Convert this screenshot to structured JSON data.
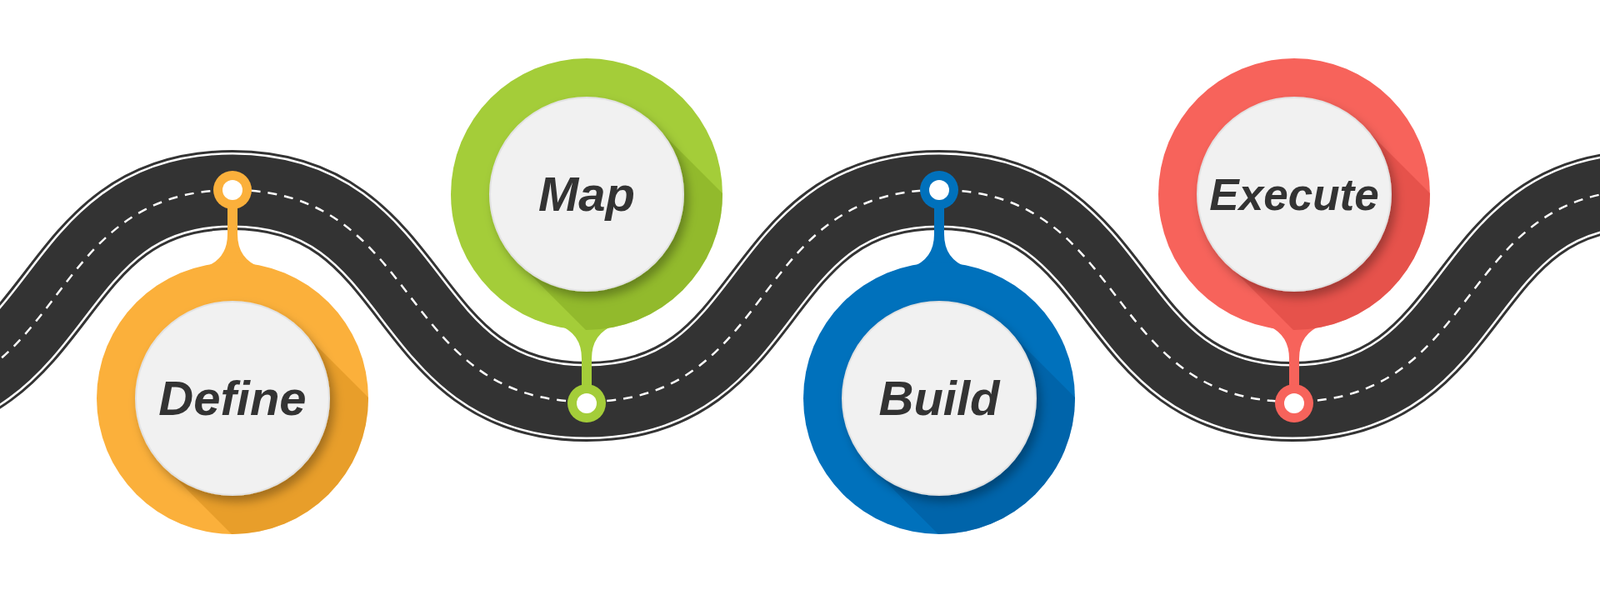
{
  "diagram": {
    "nodes": [
      {
        "text": [
          "Define"
        ]
      },
      {
        "text": [
          "Map"
        ]
      },
      {
        "text": [
          "Build"
        ]
      },
      {
        "text": [
          "Execute"
        ]
      }
    ]
  }
}
